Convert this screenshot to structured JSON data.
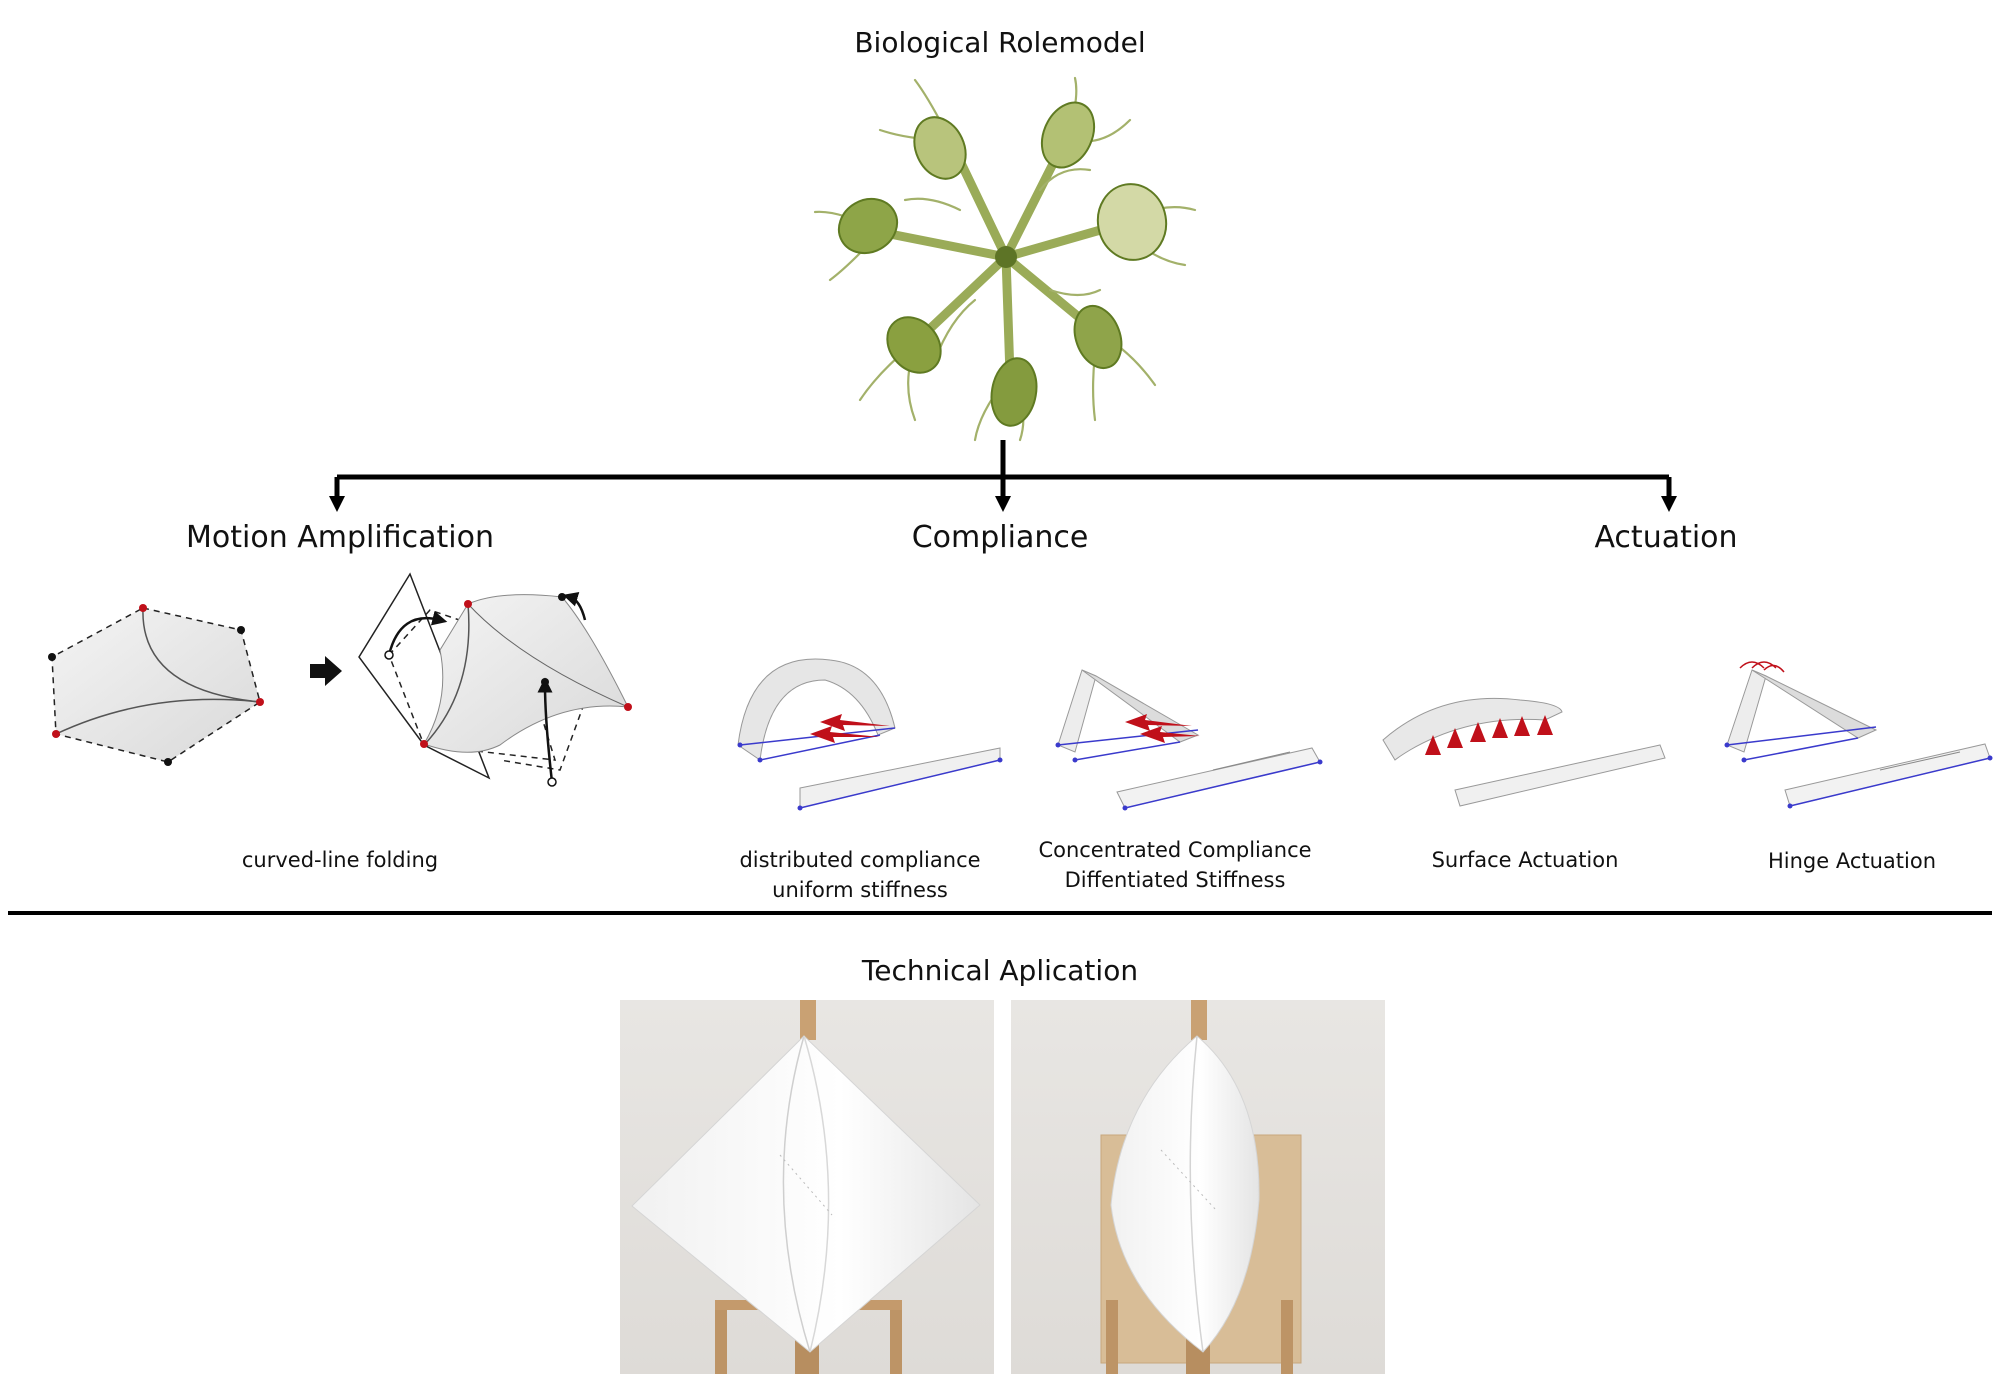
{
  "header": {
    "title": "Biological Rolemodel"
  },
  "branches": [
    {
      "label": "Motion Amplification"
    },
    {
      "label": "Compliance"
    },
    {
      "label": "Actuation"
    }
  ],
  "captions": {
    "curved_line_folding": "curved-line folding",
    "distributed_l1": "distributed compliance",
    "distributed_l2": "uniform stiffness",
    "concentrated_l1": "Concentrated Compliance",
    "concentrated_l2": "Diffentiated Stiffness",
    "surface_actuation": "Surface Actuation",
    "hinge_actuation": "Hinge Actuation"
  },
  "technical": {
    "title": "Technical Aplication"
  },
  "colors": {
    "line": "#111111",
    "plant": "#8ea04a",
    "trap": "#6f8a2a",
    "arrow_red": "#c0101a",
    "panel": "#f2f2f2",
    "edge_blue": "#3a3acc"
  }
}
